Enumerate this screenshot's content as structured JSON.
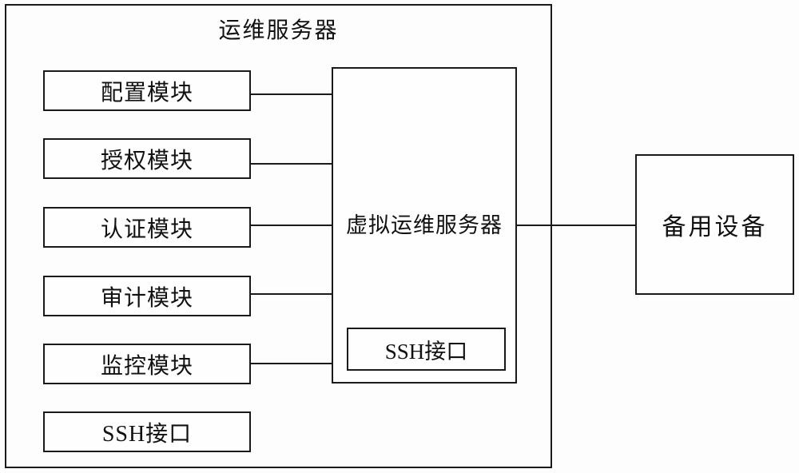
{
  "diagram": {
    "ops_server": {
      "title": "运维服务器"
    },
    "modules": [
      {
        "label": "配置模块"
      },
      {
        "label": "授权模块"
      },
      {
        "label": "认证模块"
      },
      {
        "label": "审计模块"
      },
      {
        "label": "监控模块"
      },
      {
        "label": "SSH接口"
      }
    ],
    "virtual_server": {
      "label": "虚拟运维服务器",
      "ssh_interface": {
        "label": "SSH接口"
      }
    },
    "backup_device": {
      "label": "备用设备"
    },
    "colors": {
      "line": "#1a1a1a",
      "background": "#fdfdfd",
      "text": "#111111"
    }
  }
}
